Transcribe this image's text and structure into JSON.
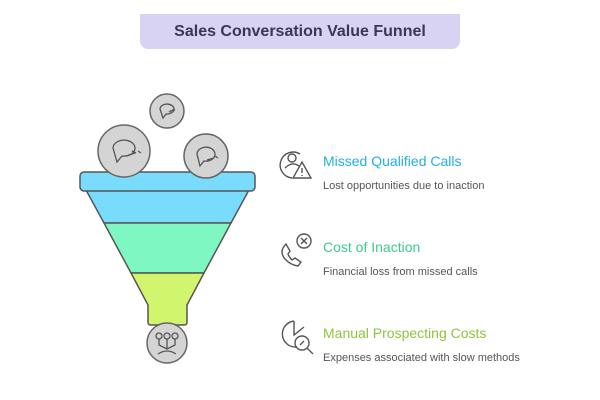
{
  "title": "Sales Conversation Value Funnel",
  "colors": {
    "band1": "#7adcfd",
    "band2": "#7ff7c2",
    "band3": "#d2f56e",
    "title_bg": "#d8d3f2"
  },
  "funnel": {
    "inputs": [
      "chat-bubble-icon",
      "chat-bubble-icon",
      "chat-bubble-icon"
    ],
    "output": "team-network-icon"
  },
  "items": [
    {
      "heading": "Missed Qualified Calls",
      "description": "Lost opportunities due to inaction",
      "color": "#20b0e3",
      "icon": "user-warning-icon"
    },
    {
      "heading": "Cost of Inaction",
      "description": "Financial loss from missed calls",
      "color": "#3ccc8a",
      "icon": "phone-cancel-icon"
    },
    {
      "heading": "Manual Prospecting Costs",
      "description": "Expenses associated with slow methods",
      "color": "#8cc43c",
      "icon": "pie-chart-search-icon"
    }
  ]
}
